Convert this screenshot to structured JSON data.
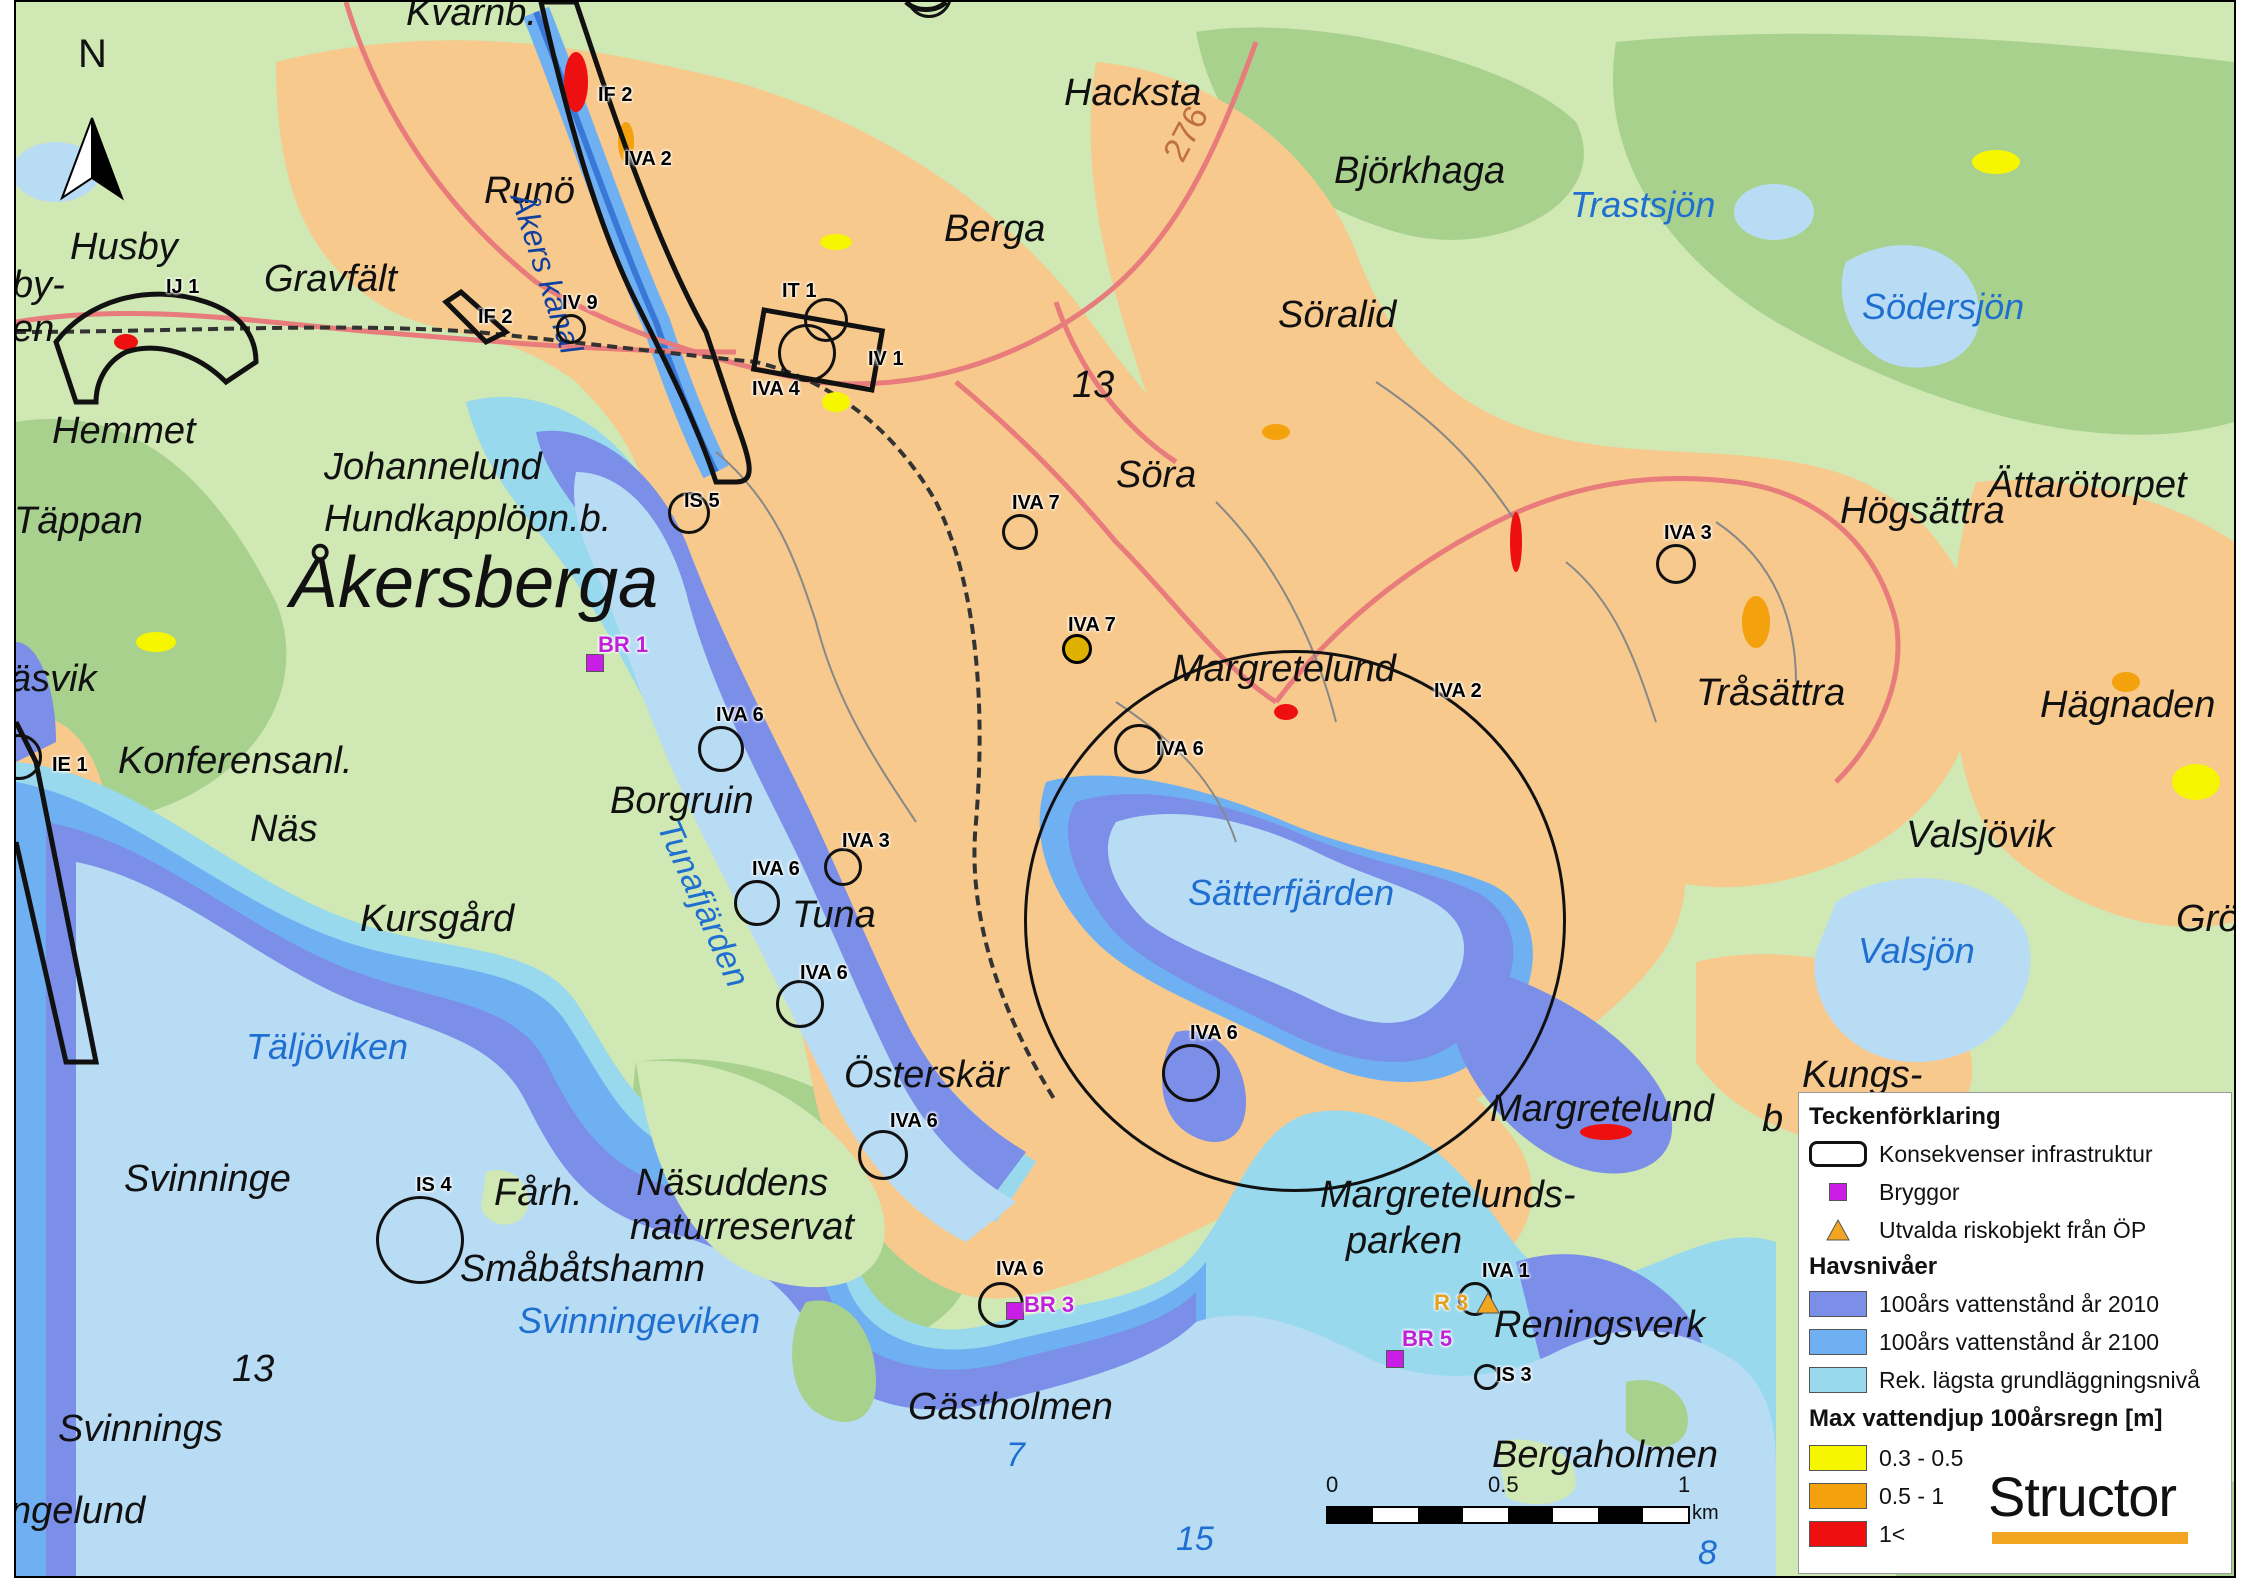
{
  "map": {
    "north_label": "N",
    "places": [
      {
        "id": "hacksta",
        "text": "Hacksta"
      },
      {
        "id": "runo",
        "text": "Runö"
      },
      {
        "id": "berga",
        "text": "Berga"
      },
      {
        "id": "bjorkhaga",
        "text": "Björkhaga"
      },
      {
        "id": "husby",
        "text": "Husby"
      },
      {
        "id": "gravfalt",
        "text": "Gravfält"
      },
      {
        "id": "soralid",
        "text": "Söralid"
      },
      {
        "id": "hemmet",
        "text": "Hemmet"
      },
      {
        "id": "johannelund",
        "text": "Johannelund"
      },
      {
        "id": "hundkapp",
        "text": "Hundkapplöpn.b."
      },
      {
        "id": "tappan",
        "text": "Täppan"
      },
      {
        "id": "akersberga",
        "text": "Åkersberga"
      },
      {
        "id": "sora",
        "text": "Söra"
      },
      {
        "id": "hogsattra",
        "text": "Högsättra"
      },
      {
        "id": "attarotorpet",
        "text": "Ättarötorpet"
      },
      {
        "id": "trasattra",
        "text": "Tråsättra"
      },
      {
        "id": "hagnaden",
        "text": "Hägnaden"
      },
      {
        "id": "margretelund_n",
        "text": "Margretelund"
      },
      {
        "id": "vasvik",
        "text": "äsvik"
      },
      {
        "id": "konferensanl",
        "text": "Konferensanl."
      },
      {
        "id": "borgruin",
        "text": "Borgruin"
      },
      {
        "id": "nas",
        "text": "Näs"
      },
      {
        "id": "valsjovik",
        "text": "Valsjövik"
      },
      {
        "id": "gron",
        "text": "Grön"
      },
      {
        "id": "kursgard",
        "text": "Kursgård"
      },
      {
        "id": "tuna",
        "text": "Tuna"
      },
      {
        "id": "osterskar",
        "text": "Österskär"
      },
      {
        "id": "kungs",
        "text": "Kungs-"
      },
      {
        "id": "kungs_b",
        "text": "b"
      },
      {
        "id": "margretelund_s",
        "text": "Margretelund"
      },
      {
        "id": "svinninge",
        "text": "Svinninge"
      },
      {
        "id": "farh",
        "text": "Fårh."
      },
      {
        "id": "nasuddens",
        "text": "Näsuddens"
      },
      {
        "id": "naturreservat",
        "text": "naturreservat"
      },
      {
        "id": "margretelundsparken1",
        "text": "Margretelunds-"
      },
      {
        "id": "margretelundsparken2",
        "text": "parken"
      },
      {
        "id": "smabatshamn",
        "text": "Småbåtshamn"
      },
      {
        "id": "reningsverk",
        "text": "Reningsverk"
      },
      {
        "id": "num13",
        "text": "13"
      },
      {
        "id": "num13b",
        "text": "13"
      },
      {
        "id": "svinnings",
        "text": "Svinnings"
      },
      {
        "id": "gastholmen",
        "text": "Gästholmen"
      },
      {
        "id": "bergaholmen",
        "text": "Bergaholmen"
      },
      {
        "id": "ngelund",
        "text": "ngelund"
      },
      {
        "id": "kvarnb",
        "text": "Kvarnb."
      },
      {
        "id": "by",
        "text": "by-"
      },
      {
        "id": "en",
        "text": "en"
      }
    ],
    "waters": [
      {
        "id": "trastsjon",
        "text": "Trastsjön"
      },
      {
        "id": "sodersjon",
        "text": "Södersjön"
      },
      {
        "id": "akers_kanal",
        "text": "Åkers kanal"
      },
      {
        "id": "tunafjarden",
        "text": "Tunafjärden"
      },
      {
        "id": "satterfjarden",
        "text": "Sätterfjärden"
      },
      {
        "id": "valsjon",
        "text": "Valsjön"
      },
      {
        "id": "taljoviken",
        "text": "Täljöviken"
      },
      {
        "id": "svinningeviken",
        "text": "Svinningeviken"
      },
      {
        "id": "depth7",
        "text": "7"
      },
      {
        "id": "depth15",
        "text": "15"
      },
      {
        "id": "depth8",
        "text": "8"
      },
      {
        "id": "road276",
        "text": "276"
      }
    ],
    "codes": [
      {
        "id": "if2a",
        "text": "IF 2"
      },
      {
        "id": "iva2a",
        "text": "IVA 2"
      },
      {
        "id": "ij1",
        "text": "IJ 1"
      },
      {
        "id": "if2b",
        "text": "IF 2"
      },
      {
        "id": "iv9",
        "text": "IV 9"
      },
      {
        "id": "it1",
        "text": "IT 1"
      },
      {
        "id": "iv1",
        "text": "IV 1"
      },
      {
        "id": "iva4",
        "text": "IVA 4"
      },
      {
        "id": "is5",
        "text": "IS 5"
      },
      {
        "id": "iva7a",
        "text": "IVA 7"
      },
      {
        "id": "iva7b",
        "text": "IVA 7"
      },
      {
        "id": "iva3a",
        "text": "IVA 3"
      },
      {
        "id": "iva2b",
        "text": "IVA 2"
      },
      {
        "id": "ie1",
        "text": "IE 1"
      },
      {
        "id": "iva6a",
        "text": "IVA 6"
      },
      {
        "id": "iva6b",
        "text": "IVA 6"
      },
      {
        "id": "iva3b",
        "text": "IVA 3"
      },
      {
        "id": "iva6c",
        "text": "IVA 6"
      },
      {
        "id": "iva6d",
        "text": "IVA 6"
      },
      {
        "id": "iva6e",
        "text": "IVA 6"
      },
      {
        "id": "iva6f",
        "text": "IVA 6"
      },
      {
        "id": "iva6g",
        "text": "IVA 6"
      },
      {
        "id": "is4",
        "text": "IS 4"
      },
      {
        "id": "iva1",
        "text": "IVA 1"
      },
      {
        "id": "is3",
        "text": "IS 3"
      }
    ],
    "jetties": [
      {
        "id": "br1",
        "text": "BR 1"
      },
      {
        "id": "br3",
        "text": "BR 3"
      },
      {
        "id": "br5",
        "text": "BR 5"
      }
    ],
    "risk": [
      {
        "id": "r3",
        "text": "R 3"
      }
    ]
  },
  "legend": {
    "title": "Teckenförklaring",
    "infra": "Konsekvenser infrastruktur",
    "jetty": "Bryggor",
    "risk": "Utvalda riskobjekt från ÖP",
    "sea_title": "Havsnivåer",
    "sea": [
      {
        "label": "100års vattenstånd år 2010",
        "color": "#7b8fe8"
      },
      {
        "label": "100års vattenstånd år 2100",
        "color": "#6fb0f2"
      },
      {
        "label": "Rek. lägsta grundläggningsnivå",
        "color": "#98d9ee"
      }
    ],
    "depth_title": "Max vattendjup 100årsregn [m]",
    "depth": [
      {
        "label": "0.3 - 0.5",
        "color": "#f6f600"
      },
      {
        "label": "0.5 - 1",
        "color": "#f3a10c"
      },
      {
        "label": "1<",
        "color": "#ee1010"
      }
    ]
  },
  "scale": {
    "l0": "0",
    "l1": "0.5",
    "l2": "1",
    "unit": "km"
  },
  "logo": "Structor",
  "colors": {
    "urban": "#f7c98c",
    "green": "#cfe8b4",
    "forest": "#a9d18e",
    "lake": "#b9dcf5",
    "sea2010": "#7b8fe8",
    "sea2100": "#6fb0f2",
    "grund": "#98d9ee",
    "road": "#e87b7b"
  }
}
